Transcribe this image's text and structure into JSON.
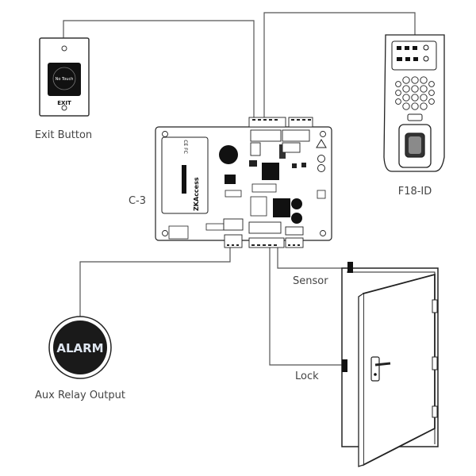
{
  "labels": {
    "exit_button": "Exit Button",
    "controller": "C-3",
    "reader": "F18-ID",
    "aux_relay": "Aux Relay Output",
    "sensor": "Sensor",
    "lock": "Lock"
  },
  "exit_button_face": {
    "top_text": "No Touch",
    "bottom_text": "EXIT"
  },
  "alarm_text": "ALARM",
  "board": {
    "brand_text": "ZKAccess",
    "cert_text": "CE FC"
  },
  "colors": {
    "line": "#555555",
    "outline": "#222222",
    "alarm_face": "#1a1a1a",
    "alarm_text": "#dfe6f0"
  }
}
